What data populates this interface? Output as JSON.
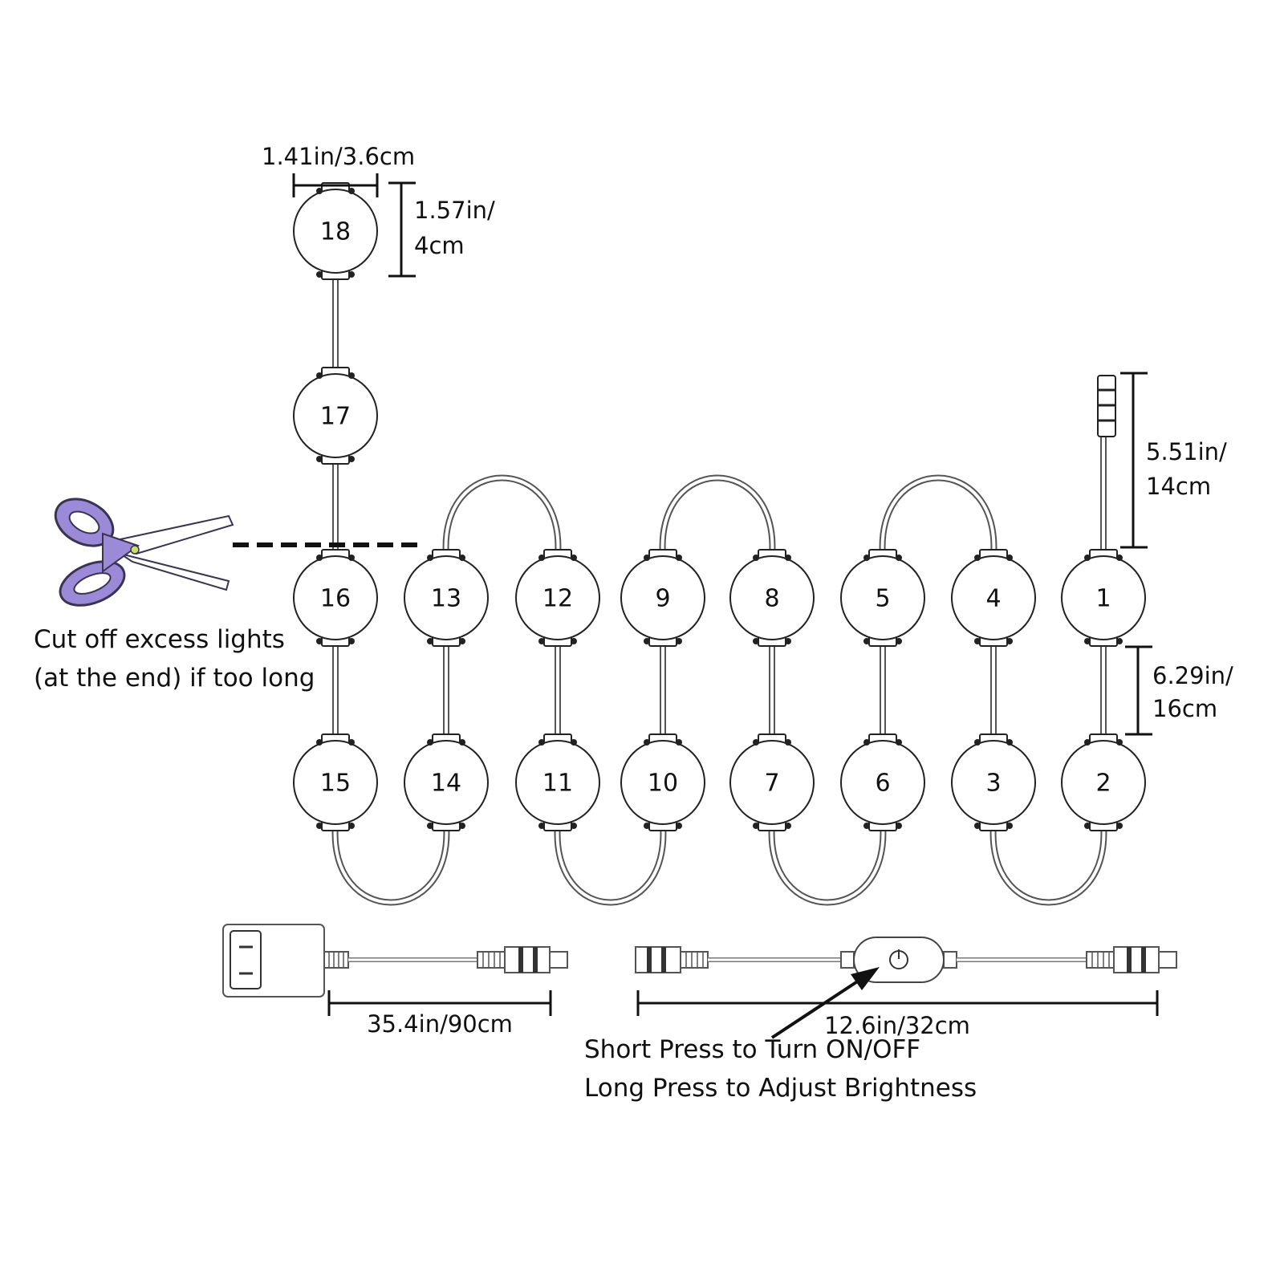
{
  "bulbs": [
    {
      "id": "1",
      "label": "1"
    },
    {
      "id": "2",
      "label": "2"
    },
    {
      "id": "3",
      "label": "3"
    },
    {
      "id": "4",
      "label": "4"
    },
    {
      "id": "5",
      "label": "5"
    },
    {
      "id": "6",
      "label": "6"
    },
    {
      "id": "7",
      "label": "7"
    },
    {
      "id": "8",
      "label": "8"
    },
    {
      "id": "9",
      "label": "9"
    },
    {
      "id": "10",
      "label": "10"
    },
    {
      "id": "11",
      "label": "11"
    },
    {
      "id": "12",
      "label": "12"
    },
    {
      "id": "13",
      "label": "13"
    },
    {
      "id": "14",
      "label": "14"
    },
    {
      "id": "15",
      "label": "15"
    },
    {
      "id": "16",
      "label": "16"
    },
    {
      "id": "17",
      "label": "17"
    },
    {
      "id": "18",
      "label": "18"
    }
  ],
  "dimensions": {
    "bulb_width": "1.41in/3.6cm",
    "bulb_height_line1": "1.57in/",
    "bulb_height_line2": "4cm",
    "lead_length_line1": "5.51in/",
    "lead_length_line2": "14cm",
    "spacing_line1": "6.29in/",
    "spacing_line2": "16cm",
    "adapter_cable": "35.4in/90cm",
    "switch_cable": "12.6in/32cm"
  },
  "notes": {
    "cut_line1": "Cut off excess lights",
    "cut_line2": "(at the end) if too long",
    "switch_line1": "Short Press to Turn ON/OFF",
    "switch_line2": "Long Press to Adjust Brightness"
  },
  "colors": {
    "scissors": "#9b8ad8",
    "scissors_outline": "#3a3450",
    "line": "#111111"
  }
}
